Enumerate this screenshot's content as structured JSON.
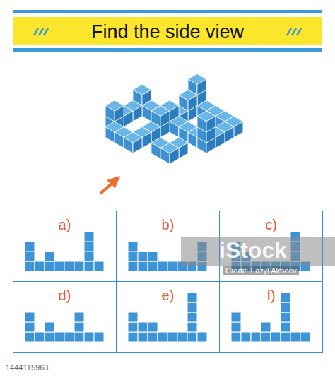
{
  "diagram": {
    "title": "Find the side view",
    "nodes": [
      {
        "text": [
          "a)"
        ]
      },
      {
        "text": [
          "b)"
        ]
      },
      {
        "text": [
          "c)"
        ]
      },
      {
        "text": [
          "d)"
        ]
      },
      {
        "text": [
          "e)"
        ]
      },
      {
        "text": [
          "f)"
        ]
      }
    ],
    "labels": [
      "iStock",
      "Credit: Fazyl Almeev",
      "1444115963"
    ]
  }
}
